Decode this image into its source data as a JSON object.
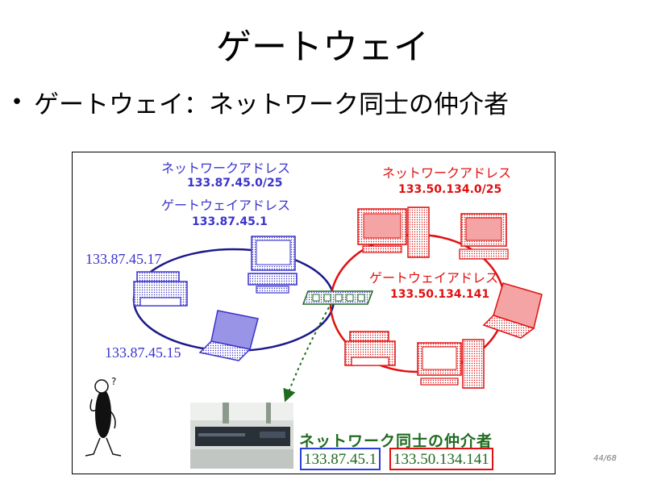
{
  "title": "ゲートウェイ",
  "bullet": "ゲートウェイ：ネットワーク同士の仲介者",
  "left_network": {
    "network_label": "ネットワークアドレス",
    "network_address": "133.87.45.0/25",
    "gateway_label": "ゲートウェイアドレス",
    "gateway_address": "133.87.45.1",
    "host_printer": "133.87.45.17",
    "host_laptop": "133.87.45.15"
  },
  "right_network": {
    "network_label": "ネットワークアドレス",
    "network_address": "133.50.134.0/25",
    "gateway_label": "ゲートウェイアドレス",
    "gateway_address": "133.50.134.141"
  },
  "mediator": {
    "title": "ネットワーク同士の仲介者",
    "left_address": "133.87.45.1",
    "right_address": "133.50.134.141"
  },
  "page": {
    "current": "44",
    "total": "68"
  },
  "colors": {
    "left": "#3a33cc",
    "right": "#e01010",
    "gateway": "#1f6b1f"
  },
  "icons": [
    "desktop-pc-icon",
    "laptop-icon",
    "printer-icon",
    "network-switch-icon",
    "router-photo-icon",
    "thinking-person-icon"
  ]
}
